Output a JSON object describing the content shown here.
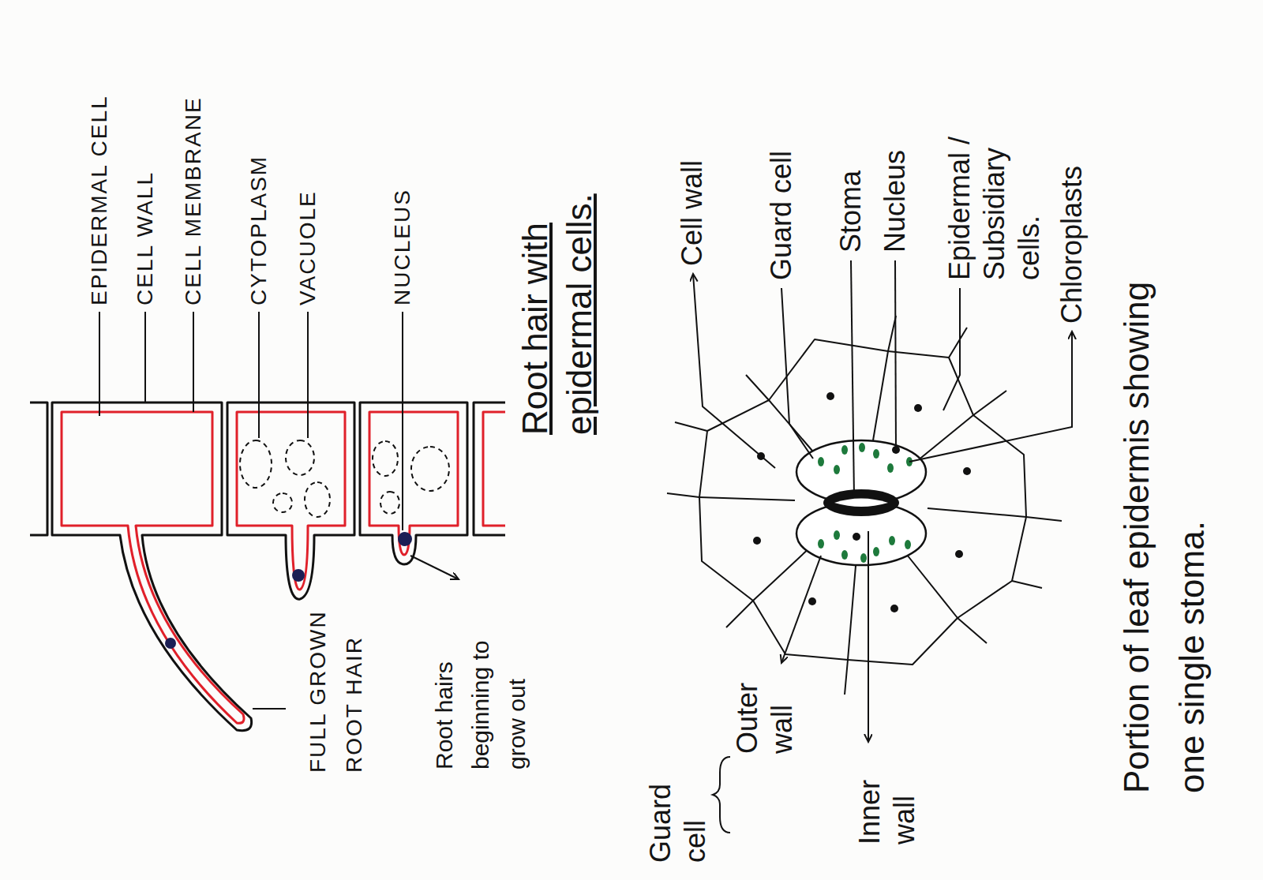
{
  "diagram": {
    "labels": [
      "EPIDERMAL CELL",
      "CELL WALL",
      "CELL MEMBRANE",
      "CYTOPLASM",
      "VACUOLE",
      "NUCLEUS",
      "FULL GROWN ROOT HAIR",
      "Root hairs beginning to grow out",
      "Root hair with epidermal cells.",
      "Cell wall",
      "Guard cell",
      "Stoma",
      "Nucleus",
      "Epidermal / Subsidiary cells.",
      "Chloroplasts",
      "Guard cell",
      "Outer wall",
      "Inner wall",
      "Portion of leaf epidermis showing one single stoma."
    ]
  }
}
